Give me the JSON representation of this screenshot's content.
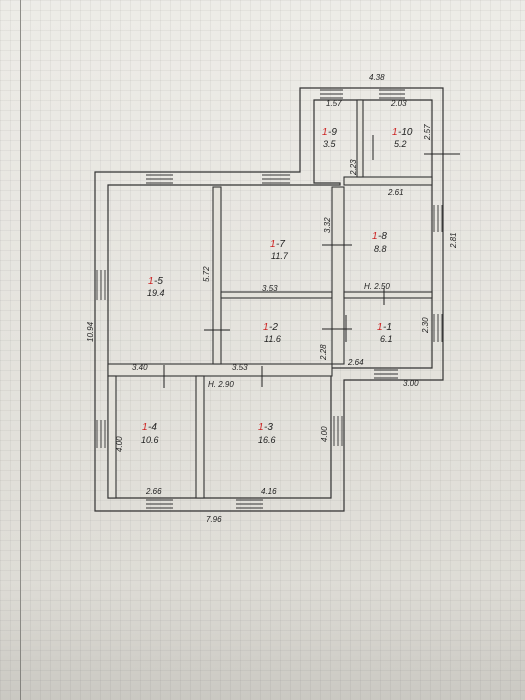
{
  "plan": {
    "overall": {
      "top_width": "4.38",
      "bottom_width": "7.96",
      "left_height": "10.94"
    },
    "rooms": {
      "r1": {
        "prefix": "1",
        "code": "-1",
        "area": "6.1"
      },
      "r2": {
        "prefix": "1",
        "code": "-2",
        "area": "11.6"
      },
      "r3": {
        "prefix": "1",
        "code": "-3",
        "area": "16.6"
      },
      "r4": {
        "prefix": "1",
        "code": "-4",
        "area": "10.6"
      },
      "r5": {
        "prefix": "1",
        "code": "-5",
        "area": "19.4"
      },
      "r7": {
        "prefix": "1",
        "code": "-7",
        "area": "11.7"
      },
      "r8": {
        "prefix": "1",
        "code": "-8",
        "area": "8.8"
      },
      "r9": {
        "prefix": "1",
        "code": "-9",
        "area": "3.5"
      },
      "r10": {
        "prefix": "1",
        "code": "-10",
        "area": "5.2"
      }
    },
    "dimensions": {
      "d_157": "1.57",
      "d_203": "2.03",
      "d_257": "2.57",
      "d_223": "2.23",
      "d_261": "2.61",
      "d_332": "3.32",
      "d_281": "2.81",
      "d_572": "5.72",
      "d_353a": "3.53",
      "d_h250": "H. 2.50",
      "d_230": "2.30",
      "d_340": "3.40",
      "d_353b": "3.53",
      "d_228": "2.28",
      "d_264": "2.64",
      "d_300": "3.00",
      "d_h290": "H. 2.90",
      "d_400a": "4.00",
      "d_400b": "4.00",
      "d_266": "2.66",
      "d_416": "4.16"
    }
  }
}
